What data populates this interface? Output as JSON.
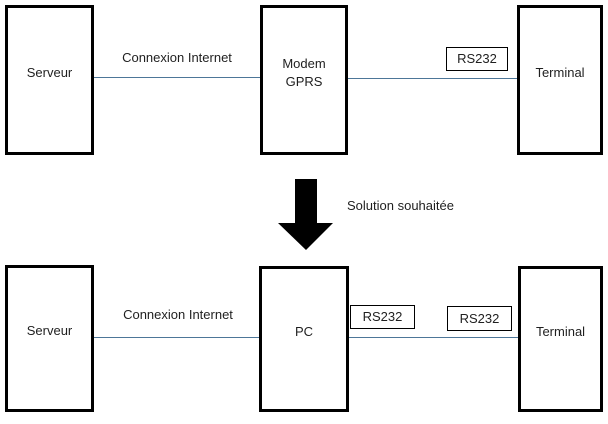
{
  "colors": {
    "background": "#ffffff",
    "shape_border": "#000000",
    "connector_line": "#4d7698",
    "arrow_fill": "#000000",
    "text": "#1f1f1f"
  },
  "top_row": {
    "server_label": "Serveur",
    "connection_label": "Connexion Internet",
    "modem_label_line1": "Modem",
    "modem_label_line2": "GPRS",
    "rs232_label": "RS232",
    "terminal_label": "Terminal"
  },
  "transition": {
    "arrow_icon": "down-arrow",
    "label": "Solution souhaitée"
  },
  "bottom_row": {
    "server_label": "Serveur",
    "connection_label": "Connexion Internet",
    "pc_label": "PC",
    "rs232_label_1": "RS232",
    "rs232_label_2": "RS232",
    "terminal_label": "Terminal"
  }
}
